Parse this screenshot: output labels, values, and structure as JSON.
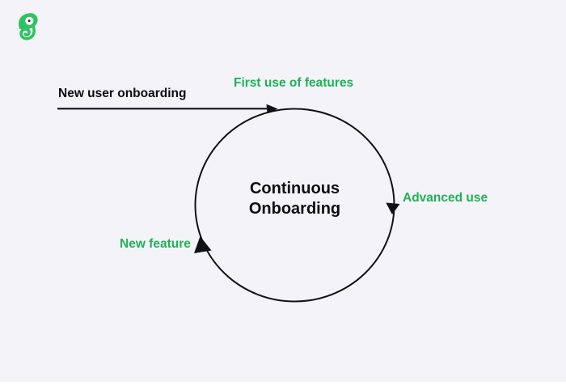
{
  "logo": {
    "icon": "chameleon-logo-icon",
    "color": "#2dc262",
    "eye_color": "#ffffff",
    "pupil_color": "#23272f"
  },
  "colors": {
    "background": "#f4f3f8",
    "ink": "#101116",
    "green": "#1eb258",
    "footer_bar": "#ffffff"
  },
  "diagram": {
    "center_label": "Continuous\nOnboarding",
    "labels": {
      "new_user_onboarding": "New user onboarding",
      "first_use_of_features": "First use of features",
      "advanced_use": "Advanced use",
      "new_feature": "New feature"
    }
  }
}
